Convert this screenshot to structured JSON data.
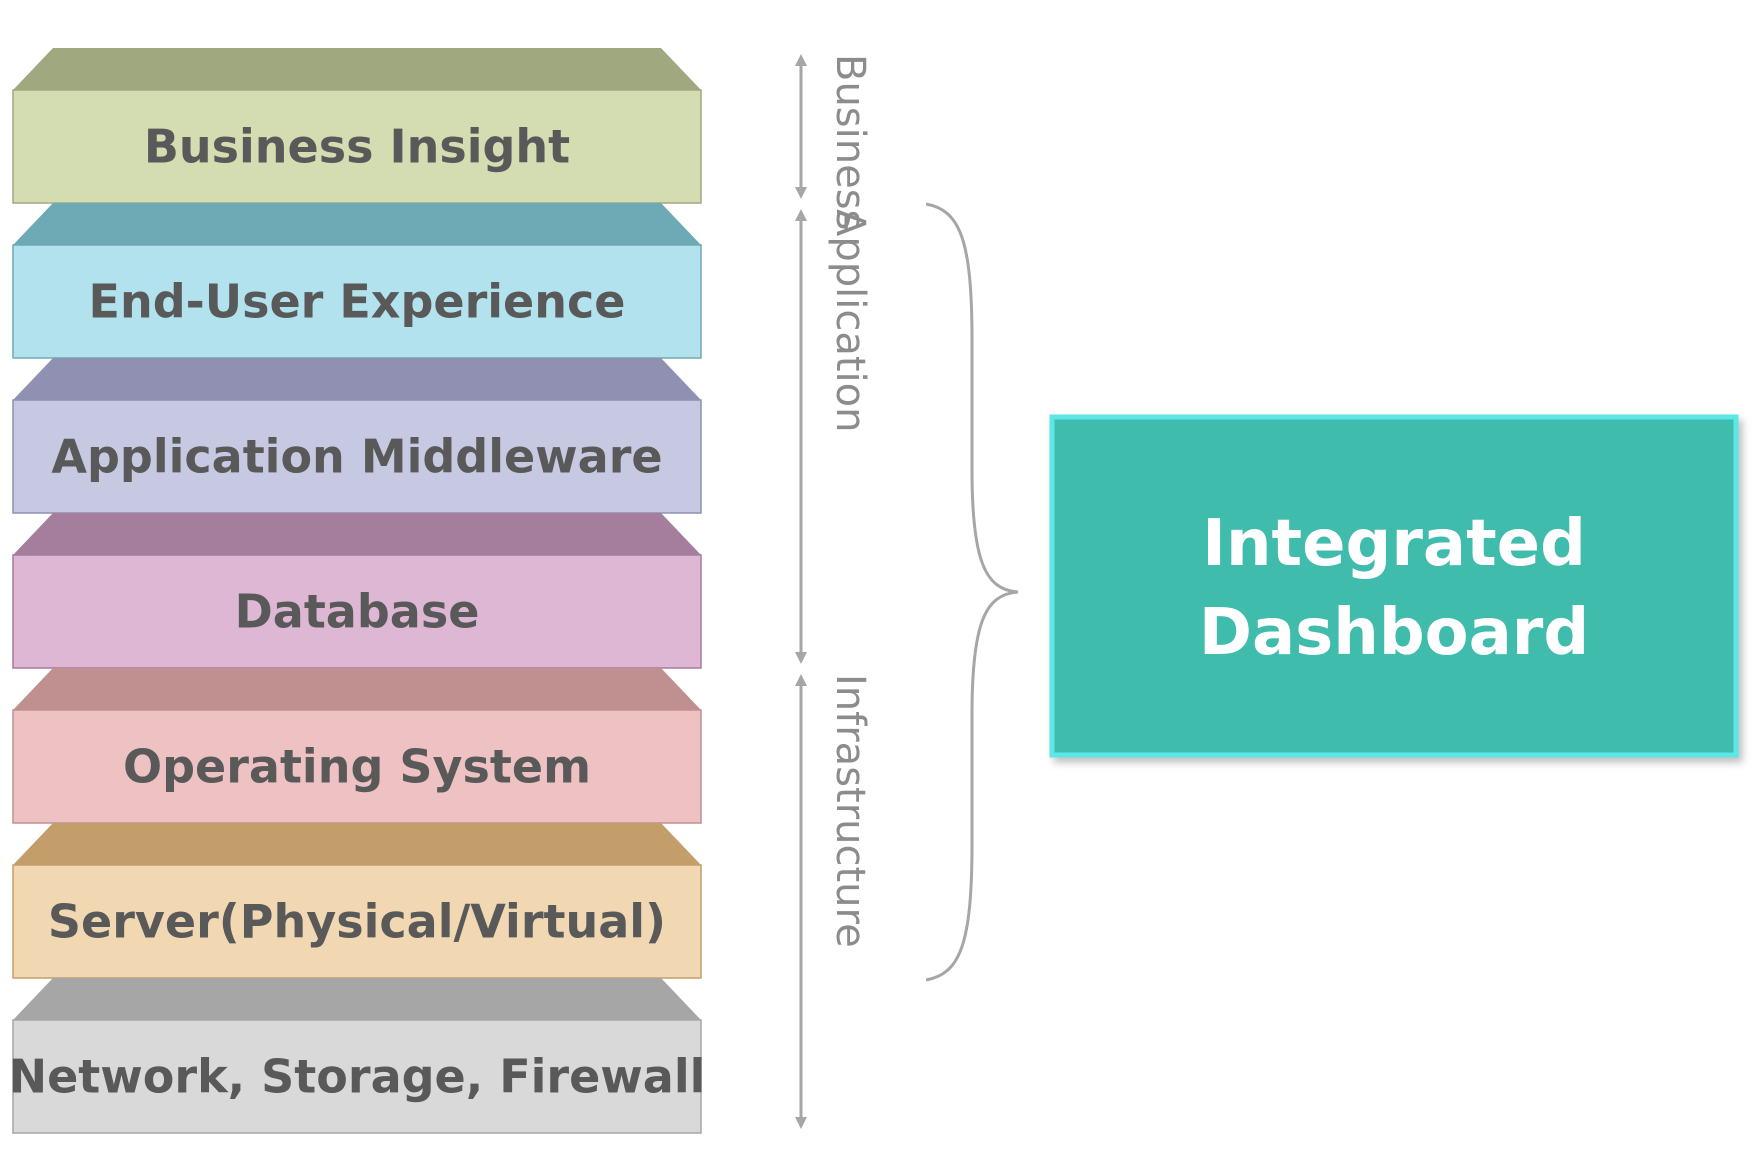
{
  "layers": [
    {
      "label": "Business Insight",
      "face": "#d4ddb2",
      "top": "#a0a87f"
    },
    {
      "label": "End-User Experience",
      "face": "#b1e2ee",
      "top": "#6eaab5"
    },
    {
      "label": "Application Middleware",
      "face": "#c7c8e2",
      "top": "#8f90b2"
    },
    {
      "label": "Database",
      "face": "#ddb7d3",
      "top": "#a57d9d"
    },
    {
      "label": "Operating System",
      "face": "#eec2c2",
      "top": "#c09090"
    },
    {
      "label": "Server(Physical/Virtual)",
      "face": "#f1d8b3",
      "top": "#c39e6b"
    },
    {
      "label": "Network, Storage, Firewall",
      "face": "#d9d9d9",
      "top": "#a6a6a6"
    }
  ],
  "zones": [
    {
      "label": "Business",
      "layers_from": 0,
      "layers_to": 0
    },
    {
      "label": "Application",
      "layers_from": 1,
      "layers_to": 3
    },
    {
      "label": "Infrastructure",
      "layers_from": 4,
      "layers_to": 6
    }
  ],
  "dashboard": {
    "lines": [
      "Integrated",
      "Dashboard"
    ],
    "fill": "#3fbcad",
    "border": "#5de6e6"
  },
  "colors": {
    "layer_text": "#595959",
    "zone_text": "#8c8c8c",
    "arrow": "#a6a6a6",
    "brace": "#a6a6a6"
  }
}
